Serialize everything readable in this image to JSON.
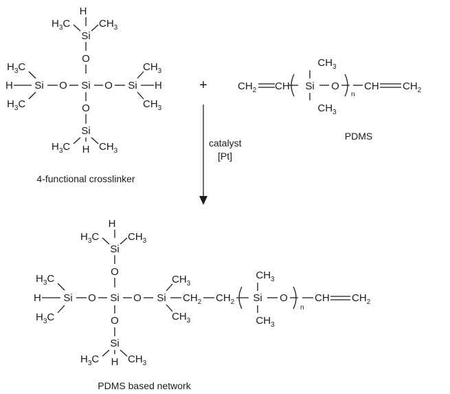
{
  "labels": {
    "crosslinker": "4-functional crosslinker",
    "pdms": "PDMS",
    "network": "PDMS based network",
    "catalyst": "catalyst",
    "pt": "[Pt]",
    "plus": "+",
    "n": "n"
  },
  "atoms": {
    "si": "Si",
    "o": "O",
    "h": "H",
    "ch": "CH",
    "c": "C",
    "c_left": "H",
    "ch3_subscript": "3",
    "ch2_subscript": "2"
  },
  "groups": {
    "ch3": "CH",
    "h3c": "H",
    "ch2": "CH"
  }
}
